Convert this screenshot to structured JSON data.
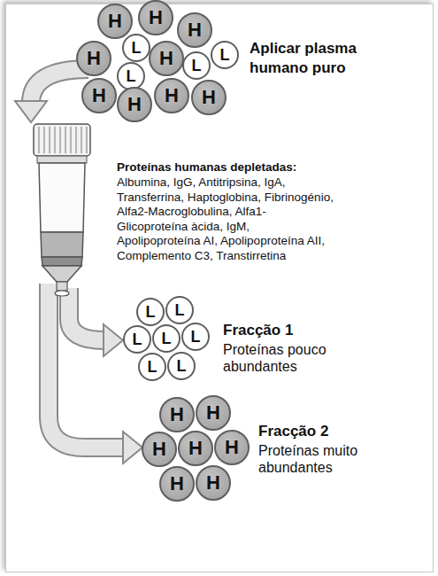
{
  "diagram": {
    "nodes": [
      {
        "text": [
          "H"
        ]
      },
      {
        "text": [
          "H"
        ]
      },
      {
        "text": [
          "H"
        ]
      },
      {
        "text": [
          "L"
        ]
      },
      {
        "text": [
          "H"
        ]
      },
      {
        "text": [
          "L"
        ]
      },
      {
        "text": [
          "H"
        ]
      },
      {
        "text": [
          "L"
        ]
      },
      {
        "text": [
          "L"
        ]
      },
      {
        "text": [
          "H"
        ]
      },
      {
        "text": [
          "H"
        ]
      },
      {
        "text": [
          "H"
        ]
      },
      {
        "text": [
          "H"
        ]
      },
      {
        "text": [
          "L"
        ]
      },
      {
        "text": [
          "L"
        ]
      },
      {
        "text": [
          "L"
        ]
      },
      {
        "text": [
          "L"
        ]
      },
      {
        "text": [
          "L"
        ]
      },
      {
        "text": [
          "L"
        ]
      },
      {
        "text": [
          "L"
        ]
      },
      {
        "text": [
          "H"
        ]
      },
      {
        "text": [
          "H"
        ]
      },
      {
        "text": [
          "H"
        ]
      },
      {
        "text": [
          "H"
        ]
      },
      {
        "text": [
          "H"
        ]
      },
      {
        "text": [
          "H"
        ]
      },
      {
        "text": [
          "H"
        ]
      }
    ],
    "labels": [
      "Aplicar plasma humano puro",
      "Proteínas humanas depletadas:",
      "Albumina, IgG, Antitripsina, IgA, Transferrina, Haptoglobina, Fibrinogénio, Alfa2-Macroglobulina, Alfa1-Glicoproteína àcida, IgM, Apolipoproteína AI, Apolipoproteína AII, Complemento C3, Transtirretina",
      "Fracção 1",
      "Proteínas pouco abundantes",
      "Fracção 2",
      "Proteínas muito abundantes"
    ]
  }
}
